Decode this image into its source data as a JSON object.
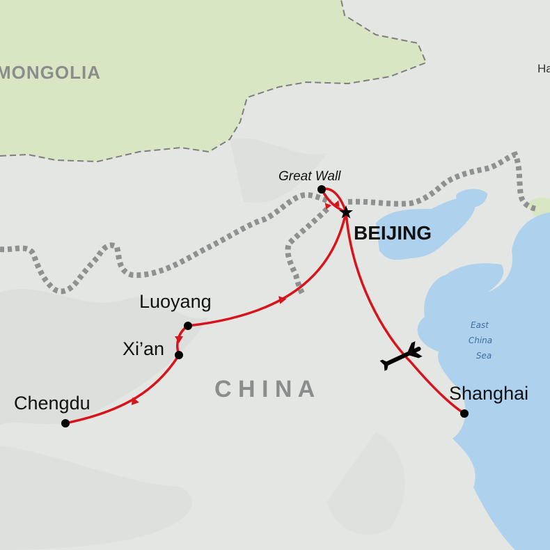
{
  "colors": {
    "land": "#e4e6e3",
    "mongolia": "#d9e6c3",
    "water": "#aed1ee",
    "route": "#d7141c",
    "wall": "#8f9090",
    "dot": "#000000"
  },
  "labels": {
    "country_mongolia": "MONGOLIA",
    "country_china": "C H I N A",
    "edge_fragment": "Ha",
    "sea_line1": "East",
    "sea_line2": "China",
    "sea_line3": "Sea"
  },
  "stops": {
    "great_wall": "Great Wall",
    "beijing": "BEIJING",
    "luoyang": "Luoyang",
    "xian": "Xi’an",
    "chengdu": "Chengdu",
    "shanghai": "Shanghai"
  },
  "icons": {
    "flight": "airplane-icon",
    "capital": "star-icon"
  }
}
